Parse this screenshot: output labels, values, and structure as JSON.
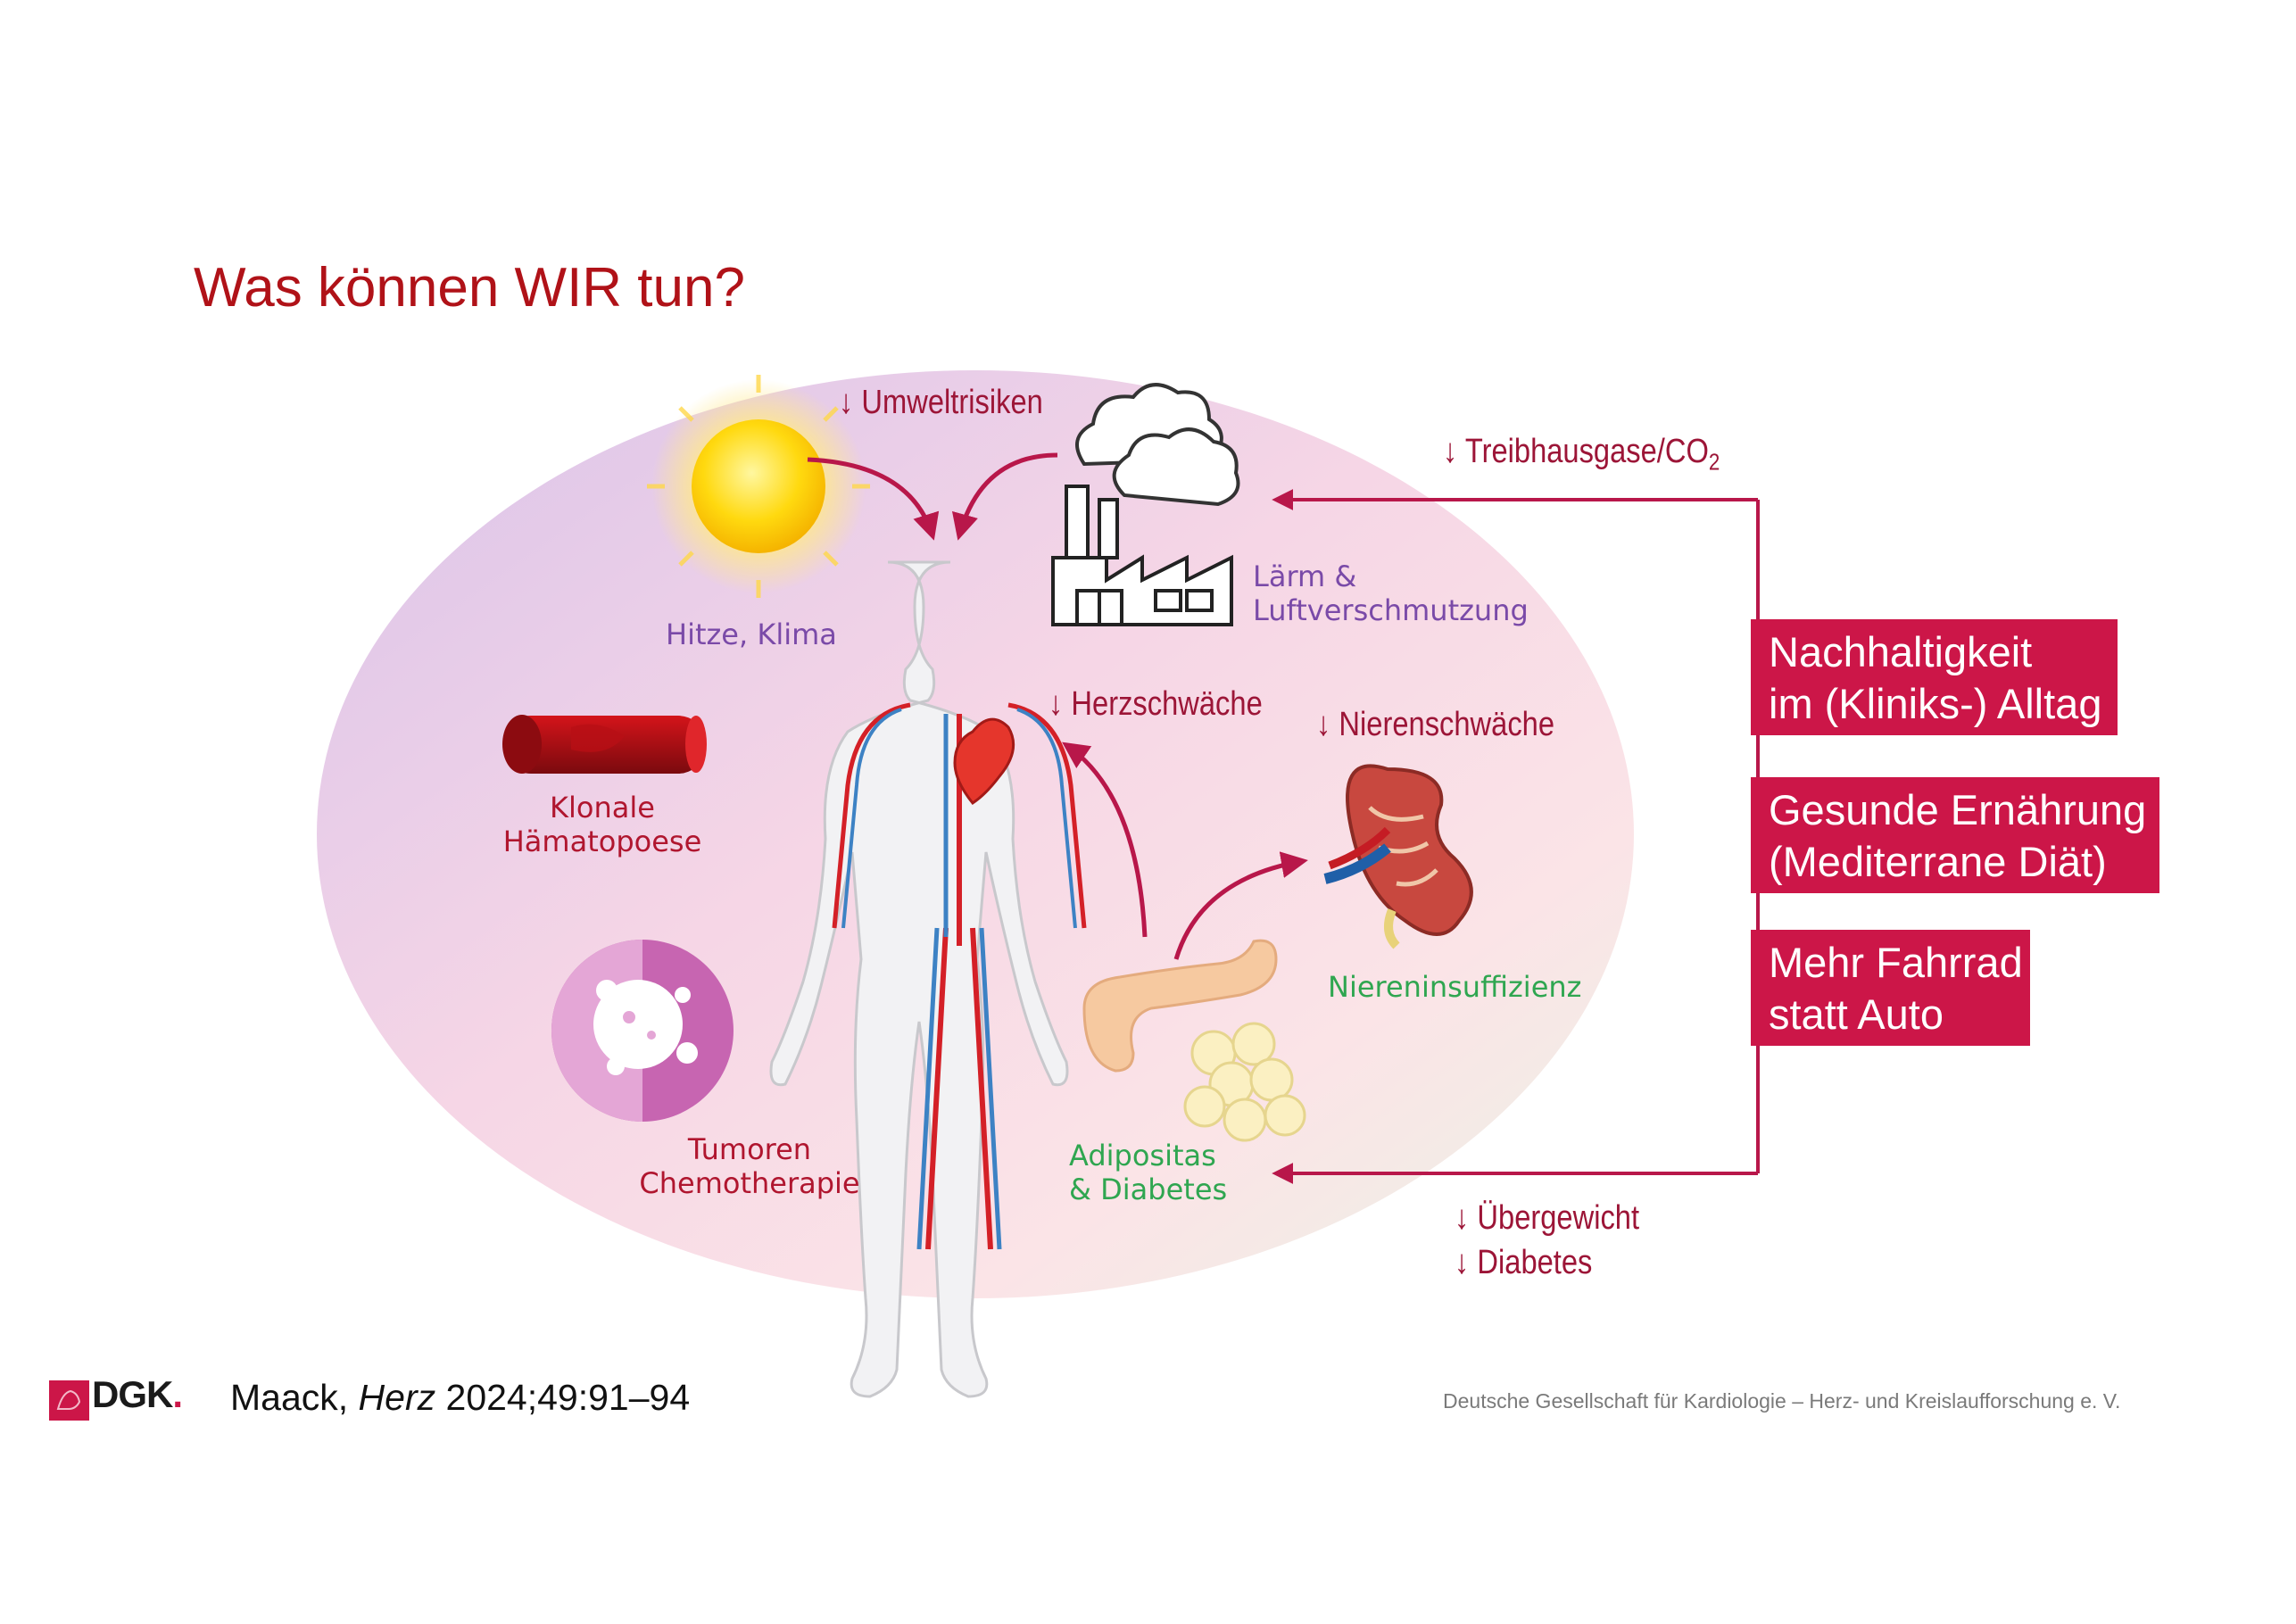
{
  "title": "Was können WIR tun?",
  "labels": {
    "umweltrisiken": "↓ Umweltrisiken",
    "treibhausgase": "↓ Treibhausgase/CO",
    "treibhausgase_sub": "2",
    "laerm_line1": "Lärm &",
    "laerm_line2": "Luftverschmutzung",
    "hitze": "Hitze, Klima",
    "herzschwaeche": "↓ Herzschwäche",
    "nierenschwaeche": "↓ Nierenschwäche",
    "klonale_line1": "Klonale",
    "klonale_line2": "Hämatopoese",
    "niereninsuffizienz": "Niereninsuffizienz",
    "tumoren_line1": "Tumoren",
    "tumoren_line2": "Chemotherapie",
    "adipositas_line1": "Adipositas",
    "adipositas_line2": "& Diabetes",
    "uebergewicht": "↓ Übergewicht",
    "diabetes": "↓ Diabetes"
  },
  "boxes": [
    {
      "line1": "Nachhaltigkeit",
      "line2": "im (Kliniks-) Alltag"
    },
    {
      "line1": "Gesunde Ernährung",
      "line2": "(Mediterrane Diät)"
    },
    {
      "line1": "Mehr Fahrrad",
      "line2": "statt Auto"
    }
  ],
  "footer": {
    "logo_text": "DGK",
    "logo_dot": ".",
    "citation_author": "Maack, ",
    "citation_journal": "Herz",
    "citation_ref": " 2024;49:91–94",
    "organization": "Deutsche Gesellschaft für Kardiologie – Herz- und Kreislaufforschung e. V."
  },
  "colors": {
    "title": "#b01218",
    "accent": "#cc1648",
    "arrow": "#b8174a",
    "purple_label": "#7a4aa8",
    "red_label": "#b0162f",
    "green_label": "#2fa650"
  }
}
